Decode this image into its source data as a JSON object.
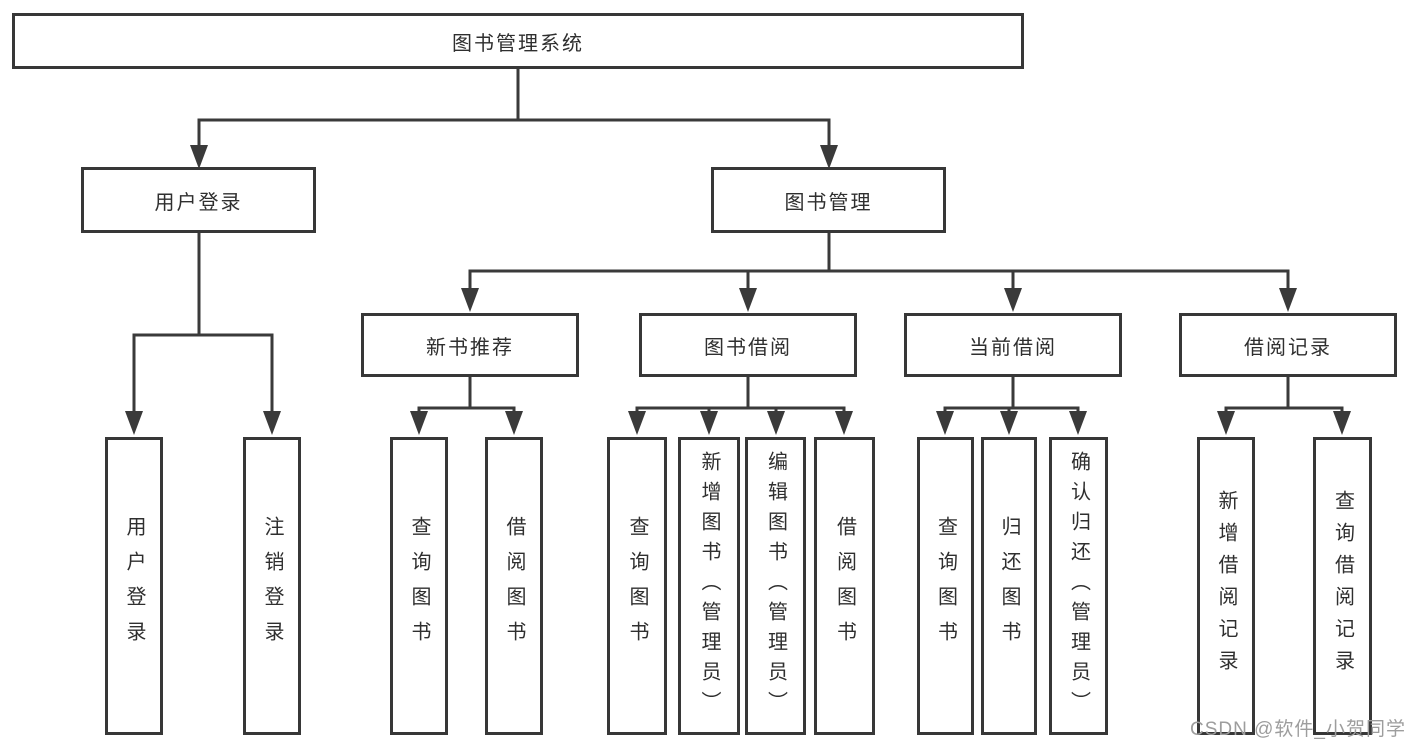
{
  "diagram": {
    "root": {
      "label": "图书管理系统"
    },
    "level2": [
      {
        "label": "用户登录"
      },
      {
        "label": "图书管理"
      }
    ],
    "level3": [
      {
        "label": "新书推荐",
        "parent": "图书管理"
      },
      {
        "label": "图书借阅",
        "parent": "图书管理"
      },
      {
        "label": "当前借阅",
        "parent": "图书管理"
      },
      {
        "label": "借阅记录",
        "parent": "图书管理"
      }
    ],
    "leaves": [
      {
        "label": "用户登录",
        "parent": "用户登录"
      },
      {
        "label": "注销登录",
        "parent": "用户登录"
      },
      {
        "label": "查询图书",
        "parent": "新书推荐"
      },
      {
        "label": "借阅图书",
        "parent": "新书推荐"
      },
      {
        "label": "查询图书",
        "parent": "图书借阅"
      },
      {
        "label": "新增图书（管理员）",
        "parent": "图书借阅"
      },
      {
        "label": "编辑图书（管理员）",
        "parent": "图书借阅"
      },
      {
        "label": "借阅图书",
        "parent": "图书借阅"
      },
      {
        "label": "查询图书",
        "parent": "当前借阅"
      },
      {
        "label": "归还图书",
        "parent": "当前借阅"
      },
      {
        "label": "确认归还（管理员）",
        "parent": "当前借阅"
      },
      {
        "label": "新增借阅记录",
        "parent": "借阅记录"
      },
      {
        "label": "查询借阅记录",
        "parent": "借阅记录"
      }
    ],
    "watermark": {
      "text": "CSDN @软件_小贺同学"
    },
    "colors": {
      "line": "#3a3a3a",
      "box_border": "#373737",
      "box_fill": "#ffffff",
      "text": "#2f2f2f",
      "watermark": "#9d9d9d",
      "background": "#ffffff"
    }
  }
}
